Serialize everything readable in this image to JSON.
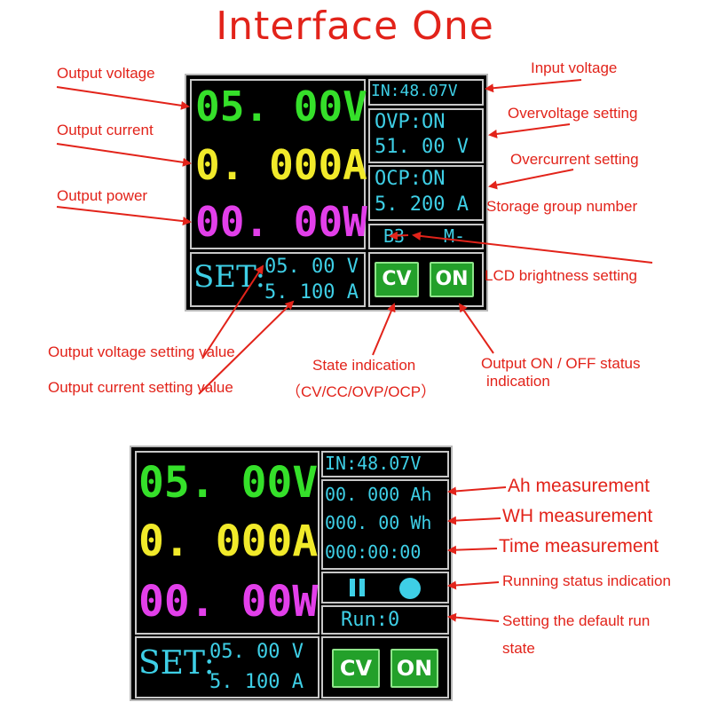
{
  "title": "Interface One",
  "screen1": {
    "voltage": "05. 00V",
    "current": "0. 000A",
    "power": "00. 00W",
    "input": "IN:48.07V",
    "ovp_state": "OVP:ON",
    "ovp_value": "51. 00 V",
    "ocp_state": "OCP:ON",
    "ocp_value": "5. 200 A",
    "group": "B3",
    "brightness": "M-",
    "set_label": "SET:",
    "set_voltage": "05. 00 V",
    "set_current": "5. 100 A",
    "mode_button": "CV",
    "output_button": "ON"
  },
  "screen2": {
    "voltage": "05. 00V",
    "current": "0. 000A",
    "power": "00. 00W",
    "input": "IN:48.07V",
    "ah": "00. 000 Ah",
    "wh": "000. 00 Wh",
    "time": "000:00:00",
    "pause_icon": "pause-icon",
    "record_icon": "record-icon",
    "run": "Run:0",
    "set_label": "SET:",
    "set_voltage": "05. 00 V",
    "set_current": "5. 100 A",
    "mode_button": "CV",
    "output_button": "ON"
  },
  "annotations": {
    "output_voltage": "Output voltage",
    "output_current": "Output current",
    "output_power": "Output power",
    "input_voltage": "Input voltage",
    "overvoltage": "Overvoltage setting",
    "overcurrent": "Overcurrent setting",
    "storage_group": "Storage group number",
    "lcd_brightness": "LCD brightness setting",
    "set_voltage": "Output voltage setting value",
    "set_current": "Output current setting value",
    "state_line1": "State indication",
    "state_line2": "（CV/CC/OVP/OCP）",
    "onoff_line1": "Output ON / OFF status",
    "onoff_line2": "indication",
    "ah": "Ah measurement",
    "wh": "WH measurement",
    "time": "Time measurement",
    "running": "Running status indication",
    "default_run_line1": "Setting the default run",
    "default_run_line2": "state"
  },
  "colors": {
    "annotation_red": "#e2231a",
    "voltage_green": "#35e02a",
    "current_yellow": "#f1ea2a",
    "power_magenta": "#e23fea",
    "info_cyan": "#3ecfe6",
    "button_green": "#23a02a"
  }
}
